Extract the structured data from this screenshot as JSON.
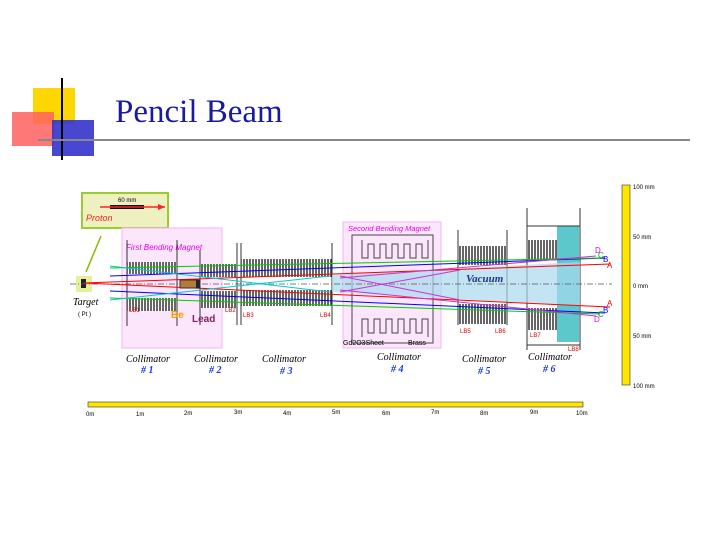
{
  "slide": {
    "title": "Pencil Beam"
  },
  "diagram": {
    "inset": {
      "label": "Proton",
      "dimension": "60 mm"
    },
    "target": {
      "label": "Target",
      "material": "( Pt )"
    },
    "magnets": [
      "First Bending Magnet",
      "Second Bending Magnet"
    ],
    "materials": {
      "be": "Be",
      "lead": "Lead",
      "gd": "Gd2O3Sheet",
      "brass": "Brass",
      "vacuum": "Vacuum"
    },
    "collimators": [
      {
        "label": "Collimator",
        "num": "# 1"
      },
      {
        "label": "Collimator",
        "num": "# 2"
      },
      {
        "label": "Collimator",
        "num": "# 3"
      },
      {
        "label": "Collimator",
        "num": "# 4"
      },
      {
        "label": "Collimator",
        "num": "# 5"
      },
      {
        "label": "Collimator",
        "num": "# 6"
      }
    ],
    "lb_labels": [
      "LB1",
      "LB2",
      "LB3",
      "LB4",
      "LB5",
      "LB6",
      "LB7",
      "LB8"
    ],
    "rays": [
      "A",
      "B",
      "C",
      "D"
    ],
    "ray_colors": {
      "A": "#ff0000",
      "B": "#0000ff",
      "C": "#00c000",
      "D": "#e000e0"
    },
    "vertical_scale": [
      "100 mm",
      "50 mm",
      "0 mm",
      "50 mm",
      "100 mm"
    ],
    "horizontal_scale": [
      "0m",
      "1m",
      "2m",
      "3m",
      "4m",
      "5m",
      "6m",
      "7m",
      "8m",
      "9m",
      "10m"
    ]
  }
}
